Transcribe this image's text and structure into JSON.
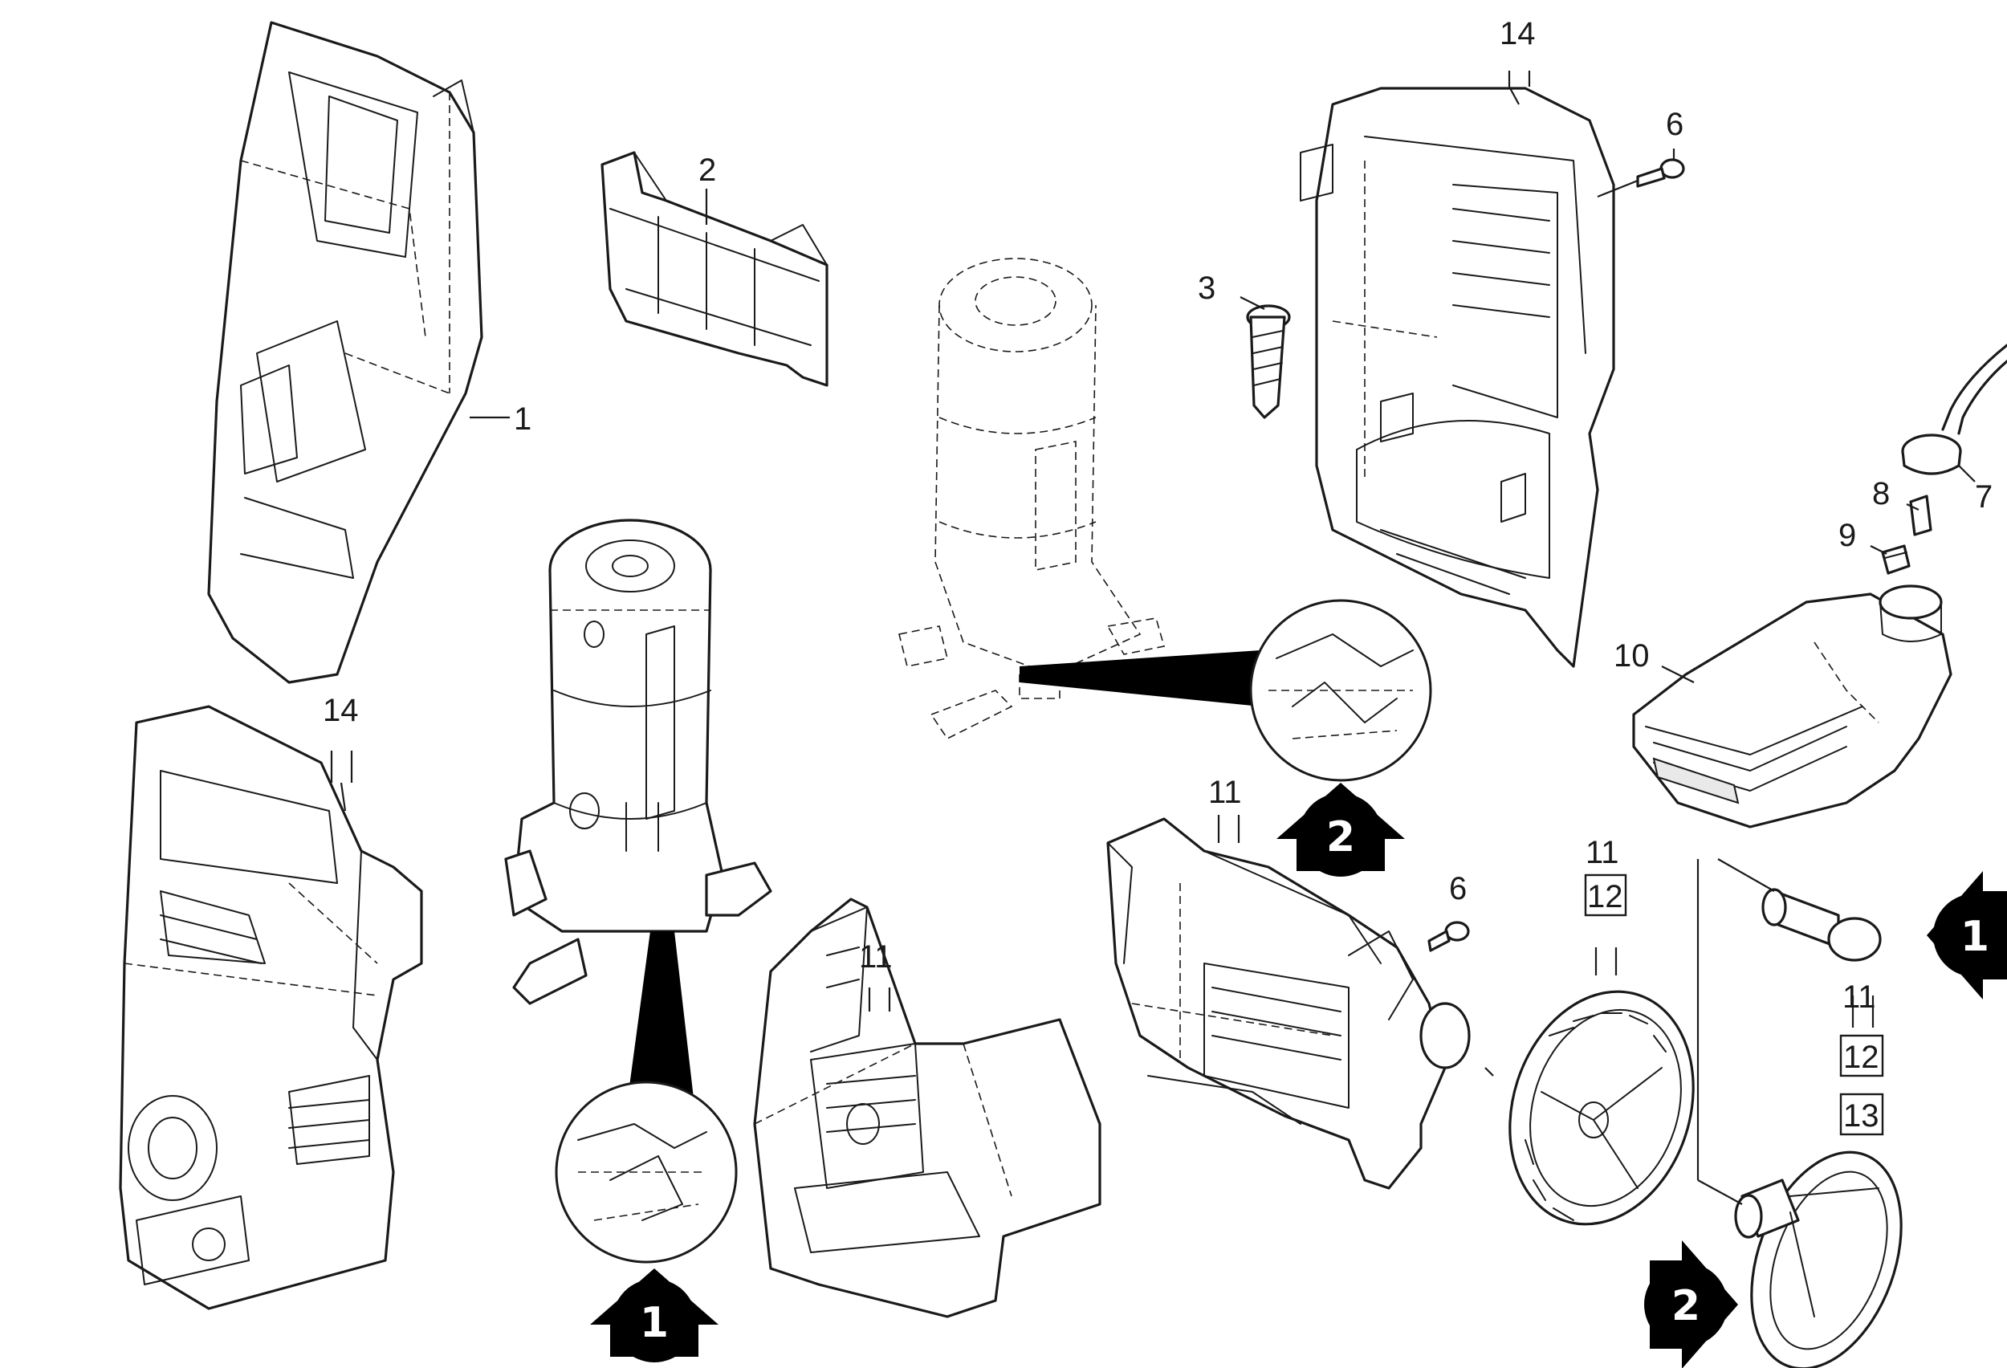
{
  "colors": {
    "line": "#1a1a1a",
    "background": "#ffffff",
    "marker": "#000000"
  },
  "callouts": {
    "c1": "1",
    "c2": "2",
    "c3": "3",
    "c6a": "6",
    "c6b": "6",
    "c7": "7",
    "c8": "8",
    "c9": "9",
    "c10": "10",
    "c11a": "11",
    "c11b": "11",
    "c11c": "11",
    "c11d": "11",
    "c12a": "12",
    "c12b": "12",
    "c13": "13",
    "c14a": "14",
    "c14b": "14"
  },
  "markers": {
    "m1a": "1",
    "m1b": "1",
    "m2a": "2",
    "m2b": "2"
  }
}
